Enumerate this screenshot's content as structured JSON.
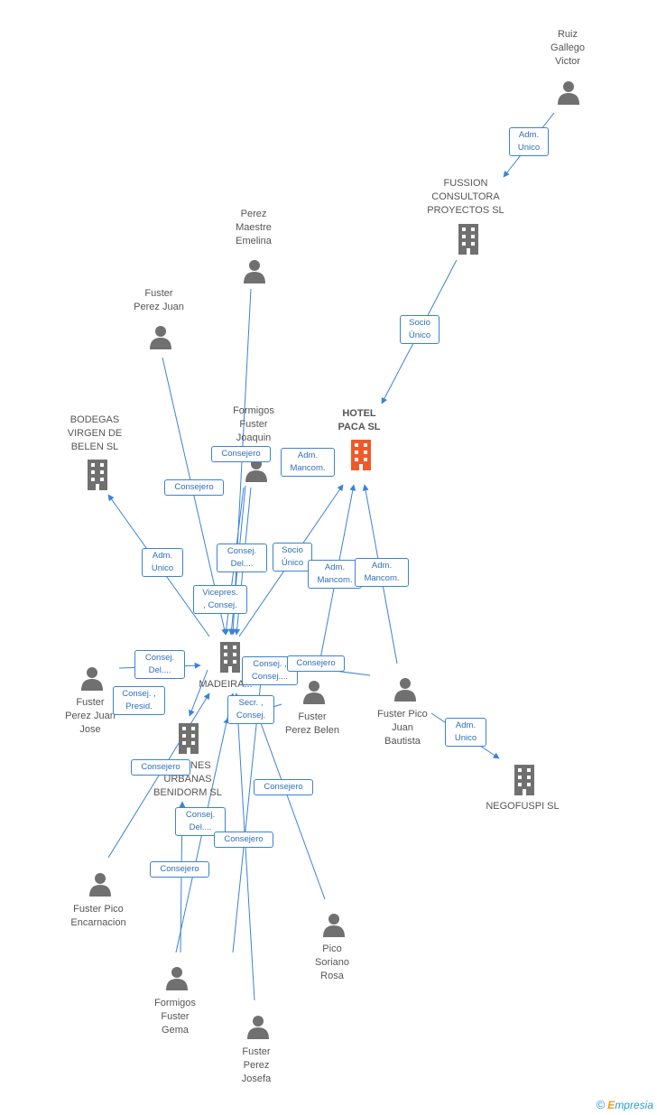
{
  "colors": {
    "edge": "#3b82d6",
    "person": "#707070",
    "company": "#707070",
    "main_company": "#f05a28"
  },
  "nodes": [
    {
      "id": "ruiz",
      "type": "person",
      "label": "Ruiz\nGallego\nVictor"
    },
    {
      "id": "fussion",
      "type": "company",
      "label": "FUSSION\nCONSULTORA\nPROYECTOS SL"
    },
    {
      "id": "perez_maestre",
      "type": "person",
      "label": "Perez\nMaestre\nEmelina"
    },
    {
      "id": "fuster_perez_juan",
      "type": "person",
      "label": "Fuster\nPerez Juan"
    },
    {
      "id": "bodegas",
      "type": "company",
      "label": "BODEGAS\nVIRGEN DE\nBELEN SL"
    },
    {
      "id": "formigos_joaquin",
      "type": "person",
      "label": "Formigos\nFuster\nJoaquin"
    },
    {
      "id": "hotel_paca",
      "type": "main",
      "label": "HOTEL\nPACA SL"
    },
    {
      "id": "madeira",
      "type": "company",
      "label": "MADEIRA..."
    },
    {
      "id": "fuster_perez_juan_jose",
      "type": "person",
      "label": "Fuster\nPerez Juan\nJose"
    },
    {
      "id": "fuster_perez_belen",
      "type": "person",
      "label": "Fuster\nPerez Belen"
    },
    {
      "id": "fuster_pico_juan_bautista",
      "type": "person",
      "label": "Fuster Pico\nJuan\nBautista"
    },
    {
      "id": "negofuspi",
      "type": "company",
      "label": "NEGOFUSPI SL"
    },
    {
      "id": "urbanas",
      "type": "company",
      "label": "...CIONES\nURBANAS\nBENIDORM SL"
    },
    {
      "id": "fuster_pico_encarnacion",
      "type": "person",
      "label": "Fuster Pico\nEncarnacion"
    },
    {
      "id": "pico_soriano",
      "type": "person",
      "label": "Pico\nSoriano\nRosa"
    },
    {
      "id": "formigos_gema",
      "type": "person",
      "label": "Formigos\nFuster\nGema"
    },
    {
      "id": "fuster_perez_josefa",
      "type": "person",
      "label": "Fuster\nPerez\nJosefa"
    }
  ],
  "edges": [
    {
      "id": "e1",
      "label": "Adm.\nUnico"
    },
    {
      "id": "e2",
      "label": "Socio\nÚnico"
    },
    {
      "id": "e3",
      "label": "Consejero"
    },
    {
      "id": "e4",
      "label": "Adm.\nMancom."
    },
    {
      "id": "e5",
      "label": "Consejero"
    },
    {
      "id": "e6",
      "label": "Adm.\nUnico"
    },
    {
      "id": "e7",
      "label": "Consej.\nDel...."
    },
    {
      "id": "e8",
      "label": "Socio\nÚnico"
    },
    {
      "id": "e9",
      "label": "Adm.\nMancom."
    },
    {
      "id": "e10",
      "label": "Adm.\nMancom."
    },
    {
      "id": "e11",
      "label": "Vicepres.\n, Consej."
    },
    {
      "id": "e12",
      "label": "Consej.\nDel...."
    },
    {
      "id": "e13",
      "label": "Consej. ,\nConsej...."
    },
    {
      "id": "e14",
      "label": "Consejero"
    },
    {
      "id": "e15",
      "label": "Consej. ,\nPresid."
    },
    {
      "id": "e16",
      "label": "Secr. ,\nConsej."
    },
    {
      "id": "e17",
      "label": "Adm.\nUnico"
    },
    {
      "id": "e18",
      "label": "Consejero"
    },
    {
      "id": "e19",
      "label": "Consejero"
    },
    {
      "id": "e20",
      "label": "Consej.\nDel...."
    },
    {
      "id": "e21",
      "label": "Consejero"
    },
    {
      "id": "e22",
      "label": "Consejero"
    }
  ],
  "footer": {
    "copyright": "©",
    "brand_initial": "E",
    "brand_rest": "mpresia"
  }
}
